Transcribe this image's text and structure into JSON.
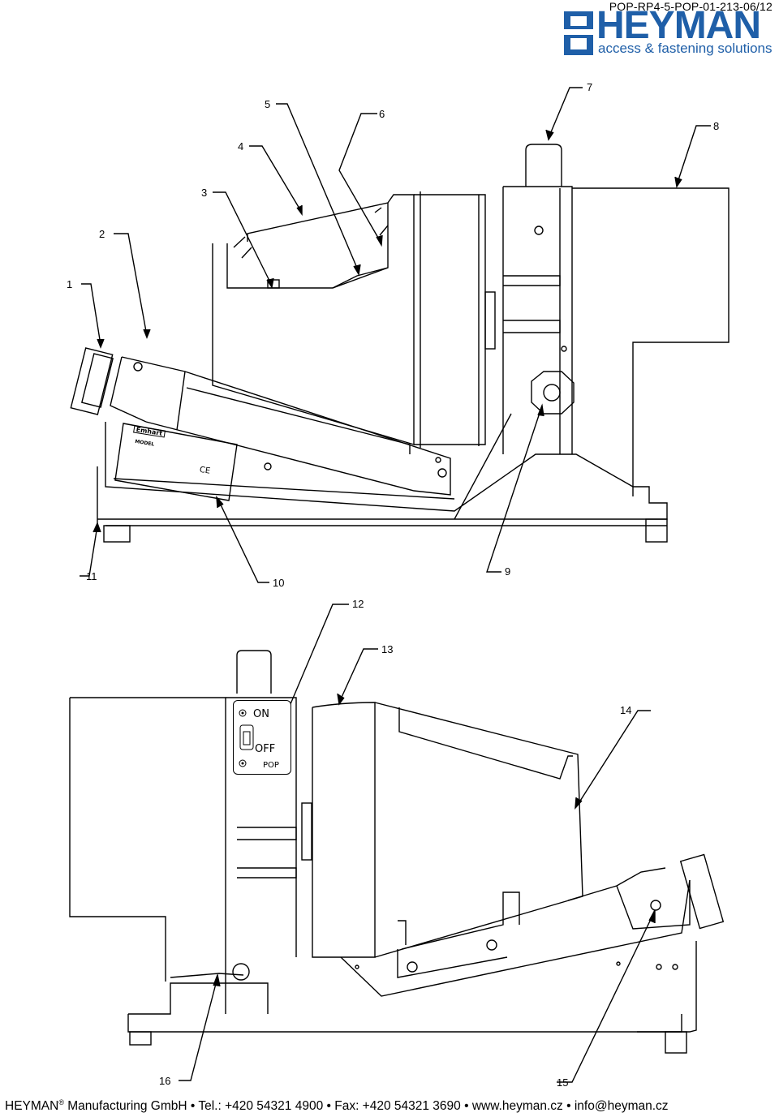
{
  "header": {
    "doc_code": "POP-RP4-5-POP-01-213-06/12",
    "brand": "HEYMAN",
    "tagline": "access & fastening solutions"
  },
  "callouts": {
    "c1": "1",
    "c2": "2",
    "c3": "3",
    "c4": "4",
    "c5": "5",
    "c6": "6",
    "c7": "7",
    "c8": "8",
    "c9": "9",
    "c10": "10",
    "c11": "11",
    "c12": "12",
    "c13": "13",
    "c14": "14",
    "c15": "15",
    "c16": "16"
  },
  "switch_panel": {
    "on": "ON",
    "off": "OFF",
    "pop": "POP"
  },
  "nameplate": {
    "brand": "Emhart",
    "model": "MODEL",
    "ce": "CE"
  },
  "footer": {
    "company": "HEYMAN",
    "reg": "®",
    "rest": " Manufacturing GmbH • Tel.: +420 54321 4900 • Fax: +420 54321 3690 • www.heyman.cz • info@heyman.cz"
  },
  "colors": {
    "brand_blue": "#1f5fa8",
    "line": "#000000"
  }
}
